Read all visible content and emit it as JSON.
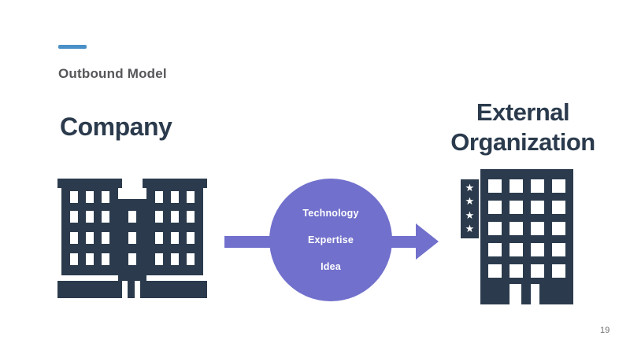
{
  "slide": {
    "kicker": "Outbound Model",
    "page_number": "19"
  },
  "left": {
    "title": "Company"
  },
  "right": {
    "title": "External Organization"
  },
  "flow": {
    "items": [
      "Technology",
      "Expertise",
      "Idea"
    ]
  },
  "icons": {
    "left_building": "office-building-icon",
    "right_building": "hotel-building-icon",
    "star_glyph": "★",
    "arrow": "right-arrow-shape"
  },
  "colors": {
    "navy": "#2B3B4D",
    "purple": "#7170CC",
    "accent_blue": "#4A90C8",
    "kicker_gray": "#56565A",
    "page_gray": "#717171"
  }
}
